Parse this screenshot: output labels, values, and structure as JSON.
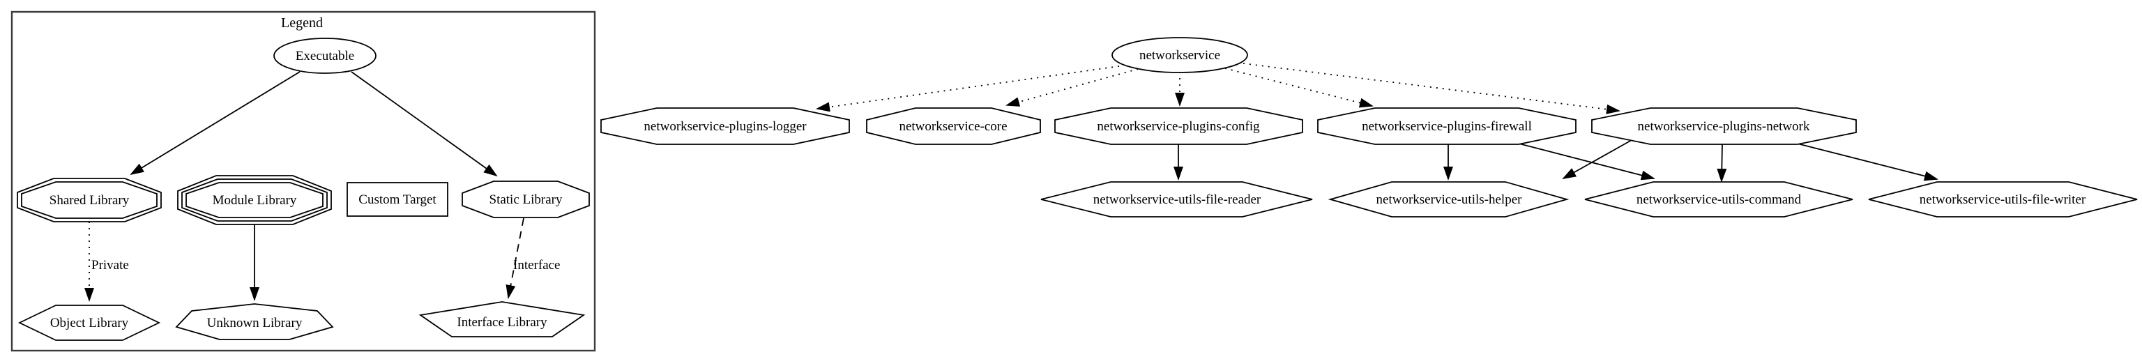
{
  "legend": {
    "title": "Legend",
    "node_types": {
      "executable": "Executable",
      "shared_library": "Shared Library",
      "module_library": "Module Library",
      "custom_target": "Custom Target",
      "static_library": "Static Library",
      "object_library": "Object Library",
      "unknown_library": "Unknown Library",
      "interface_library": "Interface Library"
    },
    "edge_types": {
      "private": "Private",
      "interface": "Interface"
    }
  },
  "graph": {
    "nodes": {
      "root": "networkservice",
      "plugins_logger": "networkservice-plugins-logger",
      "core": "networkservice-core",
      "plugins_config": "networkservice-plugins-config",
      "plugins_firewall": "networkservice-plugins-firewall",
      "plugins_network": "networkservice-plugins-network",
      "utils_file_reader": "networkservice-utils-file-reader",
      "utils_helper": "networkservice-utils-helper",
      "utils_command": "networkservice-utils-command",
      "utils_file_writer": "networkservice-utils-file-writer"
    },
    "edges": [
      {
        "from": "networkservice",
        "to": "networkservice-plugins-logger",
        "style": "dotted"
      },
      {
        "from": "networkservice",
        "to": "networkservice-core",
        "style": "dotted"
      },
      {
        "from": "networkservice",
        "to": "networkservice-plugins-config",
        "style": "dotted"
      },
      {
        "from": "networkservice",
        "to": "networkservice-plugins-firewall",
        "style": "dotted"
      },
      {
        "from": "networkservice",
        "to": "networkservice-plugins-network",
        "style": "dotted"
      },
      {
        "from": "networkservice-plugins-config",
        "to": "networkservice-utils-file-reader",
        "style": "solid"
      },
      {
        "from": "networkservice-plugins-firewall",
        "to": "networkservice-utils-helper",
        "style": "solid"
      },
      {
        "from": "networkservice-plugins-firewall",
        "to": "networkservice-utils-command",
        "style": "solid"
      },
      {
        "from": "networkservice-plugins-network",
        "to": "networkservice-utils-helper",
        "style": "solid"
      },
      {
        "from": "networkservice-plugins-network",
        "to": "networkservice-utils-command",
        "style": "solid"
      },
      {
        "from": "networkservice-plugins-network",
        "to": "networkservice-utils-file-writer",
        "style": "solid"
      }
    ]
  },
  "colors": {
    "background": "#ffffff",
    "stroke": "#000000"
  }
}
